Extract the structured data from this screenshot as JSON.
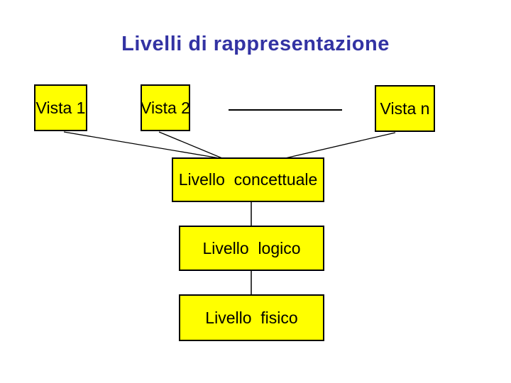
{
  "slide": {
    "title": "Livelli di rappresentazione"
  },
  "colors": {
    "title": "#3333A3",
    "box_fill": "#FFFF00",
    "box_border": "#000000",
    "line": "#000000",
    "background": "#FFFFFF"
  },
  "diagram": {
    "views": [
      {
        "label": "Vista 1"
      },
      {
        "label": "Vista 2"
      },
      {
        "label": "Vista n"
      }
    ],
    "levels": [
      {
        "label": "Livello  concettuale"
      },
      {
        "label": "Livello  logico"
      },
      {
        "label": "Livello  fisico"
      }
    ],
    "edges": [
      "Vista 1 → Livello concettuale",
      "Vista 2 → Livello concettuale",
      "Vista n → Livello concettuale",
      "Livello concettuale → Livello logico",
      "Livello logico → Livello fisico"
    ]
  }
}
